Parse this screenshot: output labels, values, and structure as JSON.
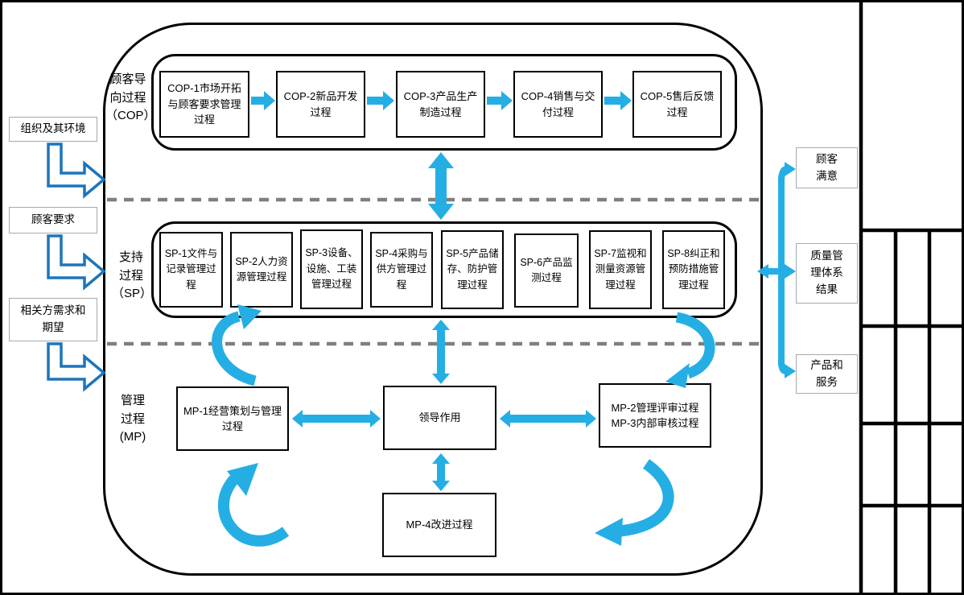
{
  "colors": {
    "arrow_cyan": "#25AEE4",
    "elbow_arrow_blue": "#1C75BC",
    "dashed_divider_gray": "#7F7F7F",
    "line_black": "#000000",
    "side_box_border_gray": "#A9A9A9"
  },
  "left_inputs": {
    "items": [
      {
        "label": "组织及其环境"
      },
      {
        "label": "顾客要求"
      },
      {
        "label": "相关方需求和\n期望"
      }
    ]
  },
  "cop_band": {
    "label": "顾客导\n向过程\n（COP）",
    "boxes": [
      {
        "label": "COP-1市场开拓与顾客要求管理过程"
      },
      {
        "label": "COP-2新品开发过程"
      },
      {
        "label": "COP-3产品生产制造过程"
      },
      {
        "label": "COP-4销售与交付过程"
      },
      {
        "label": "COP-5售后反馈过程"
      }
    ]
  },
  "sp_band": {
    "label": "支持\n过程\n（SP）",
    "boxes": [
      {
        "label": "SP-1文件与记录管理过程"
      },
      {
        "label": "SP-2人力资源管理过程"
      },
      {
        "label": "SP-3设备、设施、工装管理过程"
      },
      {
        "label": "SP-4采购与供方管理过程"
      },
      {
        "label": "SP-5产品储存、防护管理过程"
      },
      {
        "label": "SP-6产品监测过程"
      },
      {
        "label": "SP-7监视和测量资源管理过程"
      },
      {
        "label": "SP-8纠正和预防措施管理过程"
      }
    ]
  },
  "mp_band": {
    "label": "管理\n过程\n(MP)",
    "mp1": {
      "label": "MP-1经营策划与管理过程"
    },
    "leadership": {
      "label": "领导作用"
    },
    "mp23": {
      "label": "MP-2管理评审过程\nMP-3内部审核过程"
    },
    "mp4": {
      "label": "MP-4改进过程"
    }
  },
  "right_outputs": {
    "items": [
      {
        "label": "顾客\n满意"
      },
      {
        "label": "质量管\n理体系\n结果"
      },
      {
        "label": "产品和\n服务"
      }
    ]
  }
}
